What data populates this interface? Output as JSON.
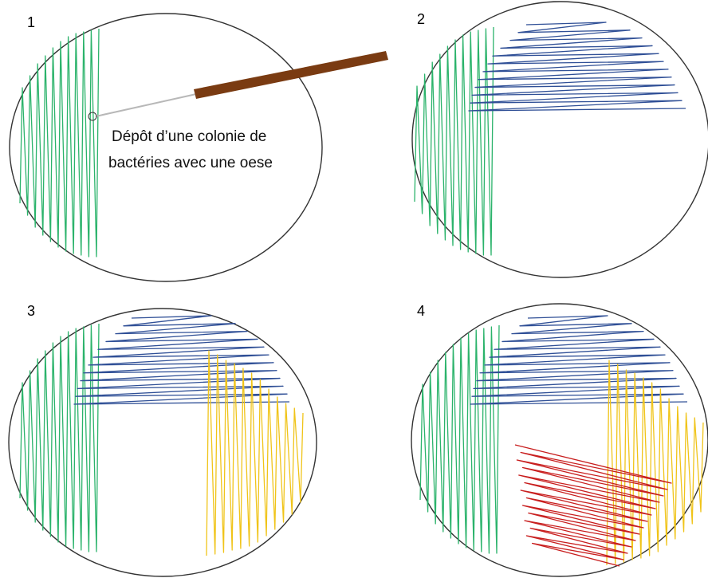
{
  "panels": [
    {
      "label": "1"
    },
    {
      "label": "2"
    },
    {
      "label": "3"
    },
    {
      "label": "4"
    }
  ],
  "caption": {
    "line1": "Dépôt d’une colonie de",
    "line2": "bactéries avec une oese"
  },
  "colors": {
    "plate_outline": "#333333",
    "streak_1": "#2bb36b",
    "streak_2": "#2f4f96",
    "streak_3": "#f0c419",
    "streak_4": "#c81e1e",
    "loop_handle": "#7a3b12",
    "loop_wire": "#b8b8b8"
  }
}
